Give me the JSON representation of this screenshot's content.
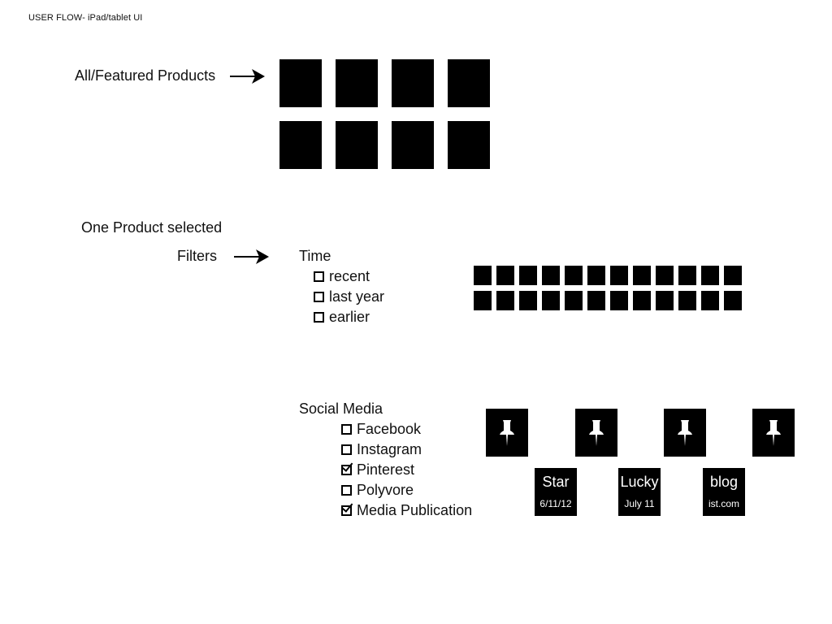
{
  "title": "USER FLOW- iPad/tablet UI",
  "featured": {
    "label": "All/Featured Products",
    "tile_count": 8
  },
  "product_selected": {
    "label": "One Product selected",
    "filters_label": "Filters",
    "time": {
      "heading": "Time",
      "options": [
        {
          "label": "recent",
          "checked": false
        },
        {
          "label": "last year",
          "checked": false
        },
        {
          "label": "earlier",
          "checked": false
        }
      ]
    },
    "result_tile_count": 24
  },
  "social_media": {
    "heading": "Social Media",
    "options": [
      {
        "label": "Facebook",
        "checked": false
      },
      {
        "label": "Instagram",
        "checked": false
      },
      {
        "label": "Pinterest",
        "checked": true
      },
      {
        "label": "Polyvore",
        "checked": false
      },
      {
        "label": "Media Publication",
        "checked": true
      }
    ],
    "pins": [
      "pushpin-icon",
      "pushpin-icon",
      "pushpin-icon",
      "pushpin-icon"
    ],
    "sources": [
      {
        "name": "Star",
        "sub": "6/11/12"
      },
      {
        "name": "Lucky",
        "sub": "July 11"
      },
      {
        "name": "blog",
        "sub": "ist.com"
      }
    ]
  }
}
